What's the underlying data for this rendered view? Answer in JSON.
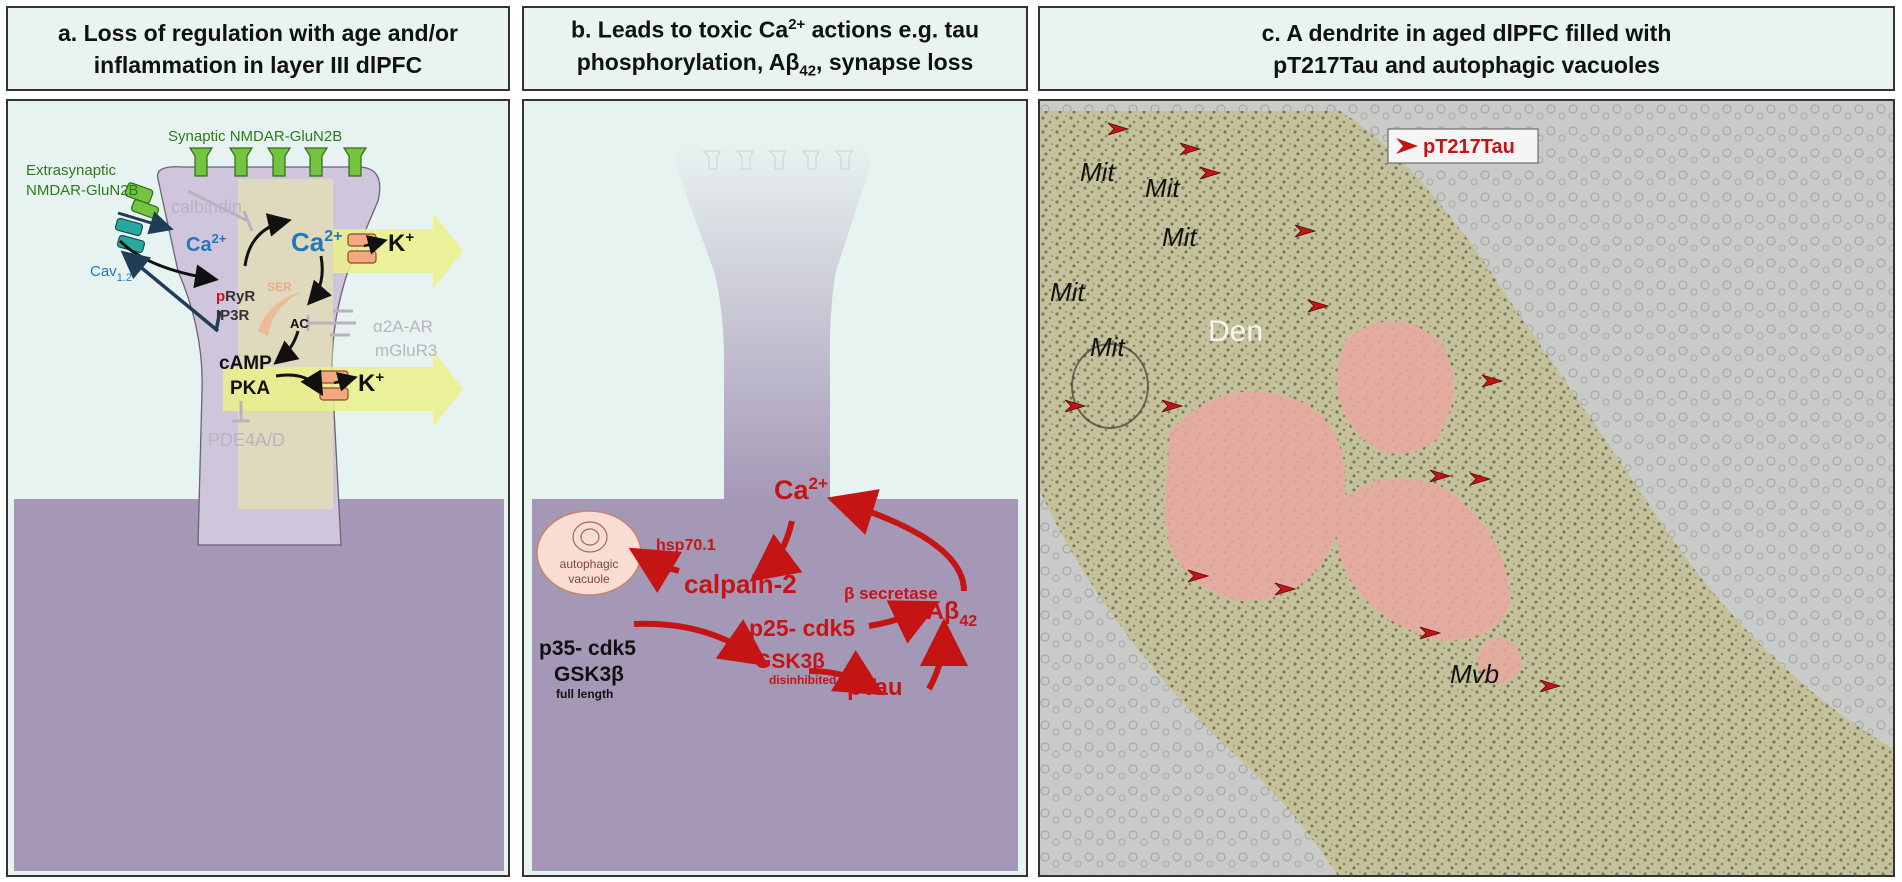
{
  "panel_a": {
    "title_line1": "a. Loss of regulation with age and/or",
    "title_line2": "inflammation in layer III dlPFC",
    "label_synaptic": "Synaptic NMDAR-GluN2B",
    "label_extrasynaptic_1": "Extrasynaptic",
    "label_extrasynaptic_2": "NMDAR-GluN2B",
    "label_calbindin": "calbindin",
    "label_ca_left": "Ca",
    "label_ca_left_sup": "2+",
    "label_ca_right": "Ca",
    "label_ca_right_sup": "2+",
    "label_k_top": "K",
    "label_k_top_sup": "+",
    "label_k_bottom": "K",
    "label_k_bottom_sup": "+",
    "label_cav": "Cav",
    "label_cav_sub": "1.2",
    "label_pryr_p": "p",
    "label_pryr_rest": "RyR",
    "label_ip3r": "IP3R",
    "label_ser": "SER",
    "label_ac": "AC",
    "label_a2a_ar": "α2A-AR",
    "label_mglur3": "mGluR3",
    "label_camp": "cAMP",
    "label_pka": "PKA",
    "label_pde4": "PDE4A/D"
  },
  "panel_b": {
    "title_line1": "b. Leads to toxic Ca2+ actions e.g. tau",
    "title_line1_a": "b. Leads to toxic Ca",
    "title_line1_sup": "2+",
    "title_line1_b": " actions e.g. tau",
    "title_line2_a": "phosphorylation, Aβ",
    "title_line2_sub": "42",
    "title_line2_b": ", synapse loss",
    "label_ca": "Ca",
    "label_ca_sup": "2+",
    "label_hsp": "hsp70.1",
    "label_vacuole_1": "autophagic",
    "label_vacuole_2": "vacuole",
    "label_calpain": "calpain-2",
    "label_beta_secretase": "β secretase",
    "label_abeta": "Aβ",
    "label_abeta_sub": "42",
    "label_p25": "p25- cdk5",
    "label_gsk_dis": "GSK3β",
    "label_disinhibited": "disinhibited",
    "label_ptau": "pTau",
    "label_p35": "p35- cdk5",
    "label_gsk_full": "GSK3β",
    "label_full_length": "full length"
  },
  "panel_c": {
    "title_line1": "c. A dendrite in aged dlPFC filled with",
    "title_line2": "pT217Tau and autophagic vacuoles",
    "legend": "pT217Tau",
    "labels": {
      "mit_1": "Mit",
      "mit_2": "Mit",
      "mit_3": "Mit",
      "mit_4": "Mit",
      "mit_5": "Mit",
      "den": "Den",
      "mvb": "Mvb"
    }
  },
  "colors": {
    "header_bg": "#e9f4f0",
    "panel_bg": "#e7f3f0",
    "dendrite_shaft": "#a598b6",
    "calcium_blue": "#2478b8",
    "toxic_red": "#c41414",
    "nmdar_green": "#6fc43a",
    "potassium_arrow": "#eaf08a",
    "vacuole_pink": "#f0b2a8"
  }
}
